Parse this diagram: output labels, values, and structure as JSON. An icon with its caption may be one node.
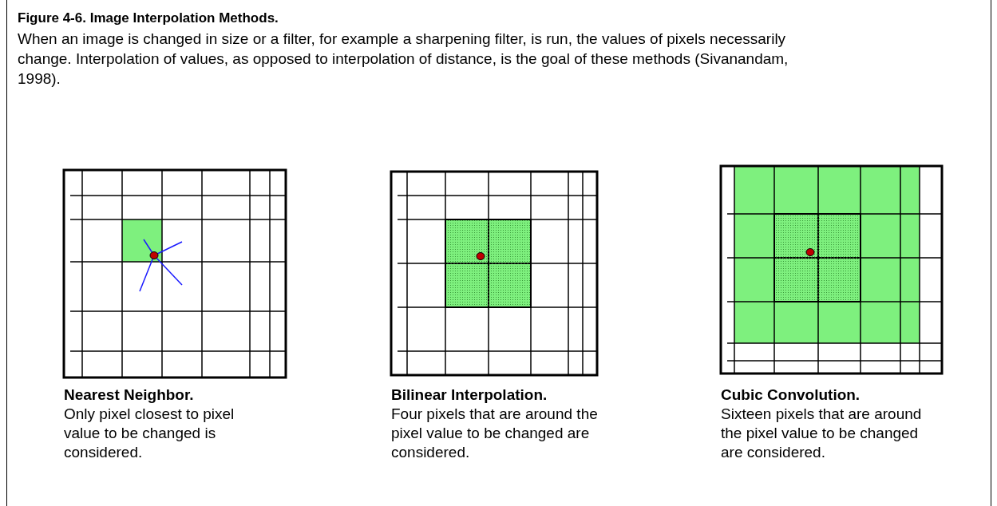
{
  "diagram": {
    "title": "Figure 4-6.  Image Interpolation Methods.",
    "caption": "When an image is changed in size or a filter, for example a sharpening filter, is run, the values of pixels necessarily change.  Interpolation of values, as opposed to interpolation of distance, is the goal of these methods (Sivanandam, 1998).",
    "labels": [
      "Nearest Neighbor.",
      "Only pixel closest to pixel value to be changed is considered.",
      "Bilinear Interpolation.",
      "Four pixels that are around the pixel value to be changed are considered.",
      "Cubic Convolution.",
      "Sixteen pixels that are around the pixel value to be changed are considered."
    ]
  }
}
